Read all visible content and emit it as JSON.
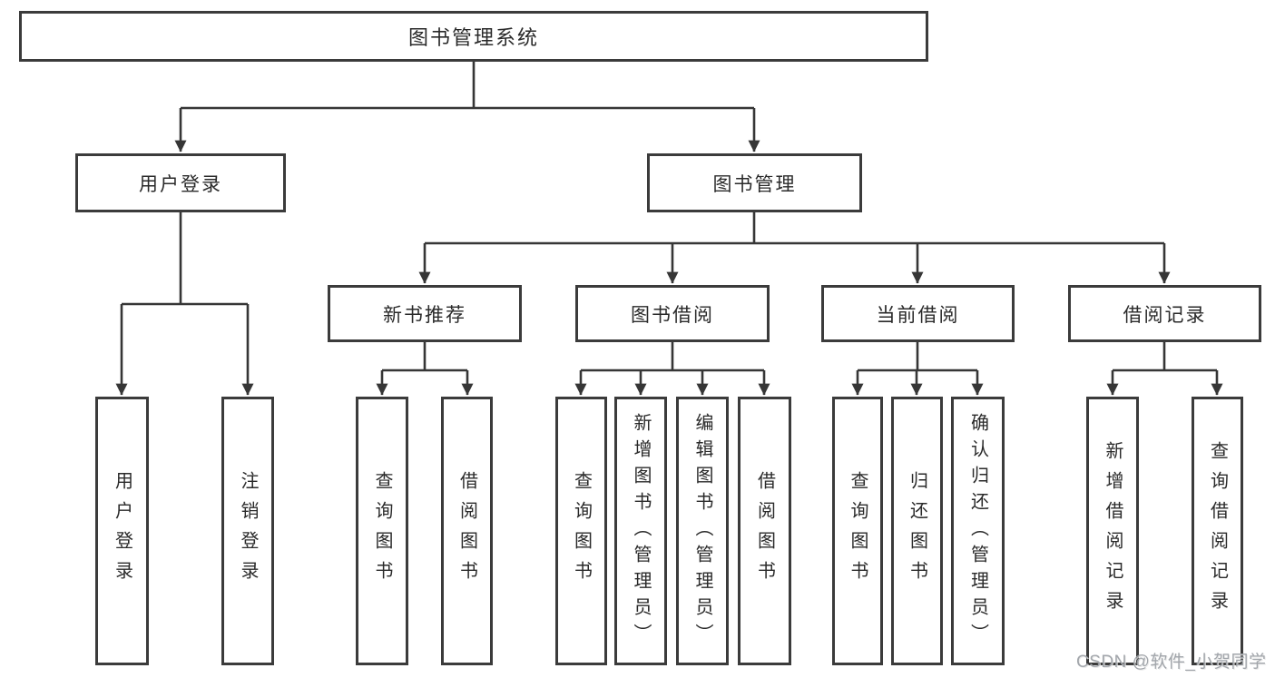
{
  "diagram": {
    "type": "hierarchy-tree",
    "title": "图书管理系统",
    "background": "#ffffff",
    "colors": {
      "box_border": "#3b3b3b",
      "connector": "#363636",
      "text": "#2a2a2a",
      "watermark_text": "#a3a7ae"
    },
    "watermark": "CSDN @软件_小贺同学",
    "nodes": {
      "root": "图书管理系统",
      "user_login": "用户登录",
      "book_mgmt": "图书管理",
      "new_books": "新书推荐",
      "book_borrow": "图书借阅",
      "current_borrow": "当前借阅",
      "borrow_records": "借阅记录",
      "leaf_user_login": "用户登录",
      "leaf_logout": "注销登录",
      "leaf_nb_query": "查询图书",
      "leaf_nb_borrow": "借阅图书",
      "leaf_bb_query": "查询图书",
      "leaf_bb_add": "新增图书（管理员）",
      "leaf_bb_edit": "编辑图书（管理员）",
      "leaf_bb_borrow": "借阅图书",
      "leaf_cb_query": "查询图书",
      "leaf_cb_return": "归还图书",
      "leaf_cb_confirm": "确认归还（管理员）",
      "leaf_br_add": "新增借阅记录",
      "leaf_br_query": "查询借阅记录"
    },
    "hierarchy": {
      "图书管理系统": {
        "用户登录": [
          "用户登录",
          "注销登录"
        ],
        "图书管理": {
          "新书推荐": [
            "查询图书",
            "借阅图书"
          ],
          "图书借阅": [
            "查询图书",
            "新增图书（管理员）",
            "编辑图书（管理员）",
            "借阅图书"
          ],
          "当前借阅": [
            "查询图书",
            "归还图书",
            "确认归还（管理员）"
          ],
          "借阅记录": [
            "新增借阅记录",
            "查询借阅记录"
          ]
        }
      }
    }
  }
}
